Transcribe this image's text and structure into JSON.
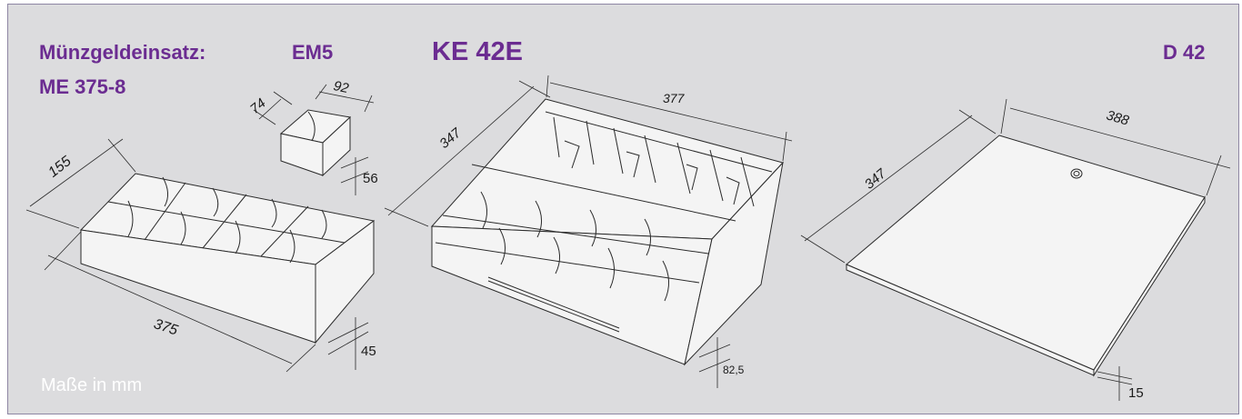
{
  "titles": {
    "coin_insert": "Münzgeldeinsatz:",
    "coin_insert_model": "ME 375-8",
    "em5": "EM5",
    "ke42e": "KE 42E",
    "d42": "D 42"
  },
  "note": "Maße in mm",
  "dimensions": {
    "me_width": "375",
    "me_depth": "155",
    "me_height": "45",
    "em5_width": "92",
    "em5_depth": "74",
    "em5_height": "56",
    "ke_width": "377",
    "ke_depth": "347",
    "ke_height": "82,5",
    "d_width": "388",
    "d_depth": "347",
    "d_height": "15"
  },
  "colors": {
    "title": "#6b2c91",
    "background": "#dcdcde",
    "note": "#ffffff"
  }
}
